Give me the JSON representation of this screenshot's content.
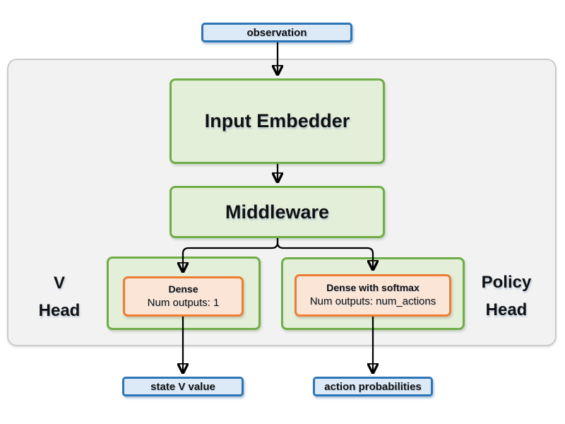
{
  "colors": {
    "blue_border": "#2E75B6",
    "blue_fill": "#DCE9F6",
    "green_border": "#70AD47",
    "green_fill": "#E3EFD9",
    "orange_border": "#ED7D31",
    "orange_fill": "#FBE5D6",
    "container_fill": "#F2F2F2",
    "container_border": "#CACACA",
    "connector": "#000000"
  },
  "nodes": {
    "observation": {
      "label": "observation"
    },
    "input_embedder": {
      "label": "Input Embedder"
    },
    "middleware": {
      "label": "Middleware"
    },
    "v_head": {
      "line1": "V",
      "line2": "Head"
    },
    "policy_head": {
      "line1": "Policy",
      "line2": "Head"
    },
    "v_dense": {
      "title": "Dense",
      "subtitle": "Num outputs: 1"
    },
    "policy_dense": {
      "title": "Dense with softmax",
      "subtitle": "Num outputs: num_actions"
    },
    "state_v_value": {
      "label": "state V value"
    },
    "action_probabilities": {
      "label": "action probabilities"
    }
  },
  "edges": [
    {
      "from": "observation",
      "to": "input_embedder"
    },
    {
      "from": "input_embedder",
      "to": "middleware"
    },
    {
      "from": "middleware",
      "to": "v_dense"
    },
    {
      "from": "middleware",
      "to": "policy_dense"
    },
    {
      "from": "v_dense",
      "to": "state_v_value"
    },
    {
      "from": "policy_dense",
      "to": "action_probabilities"
    }
  ]
}
